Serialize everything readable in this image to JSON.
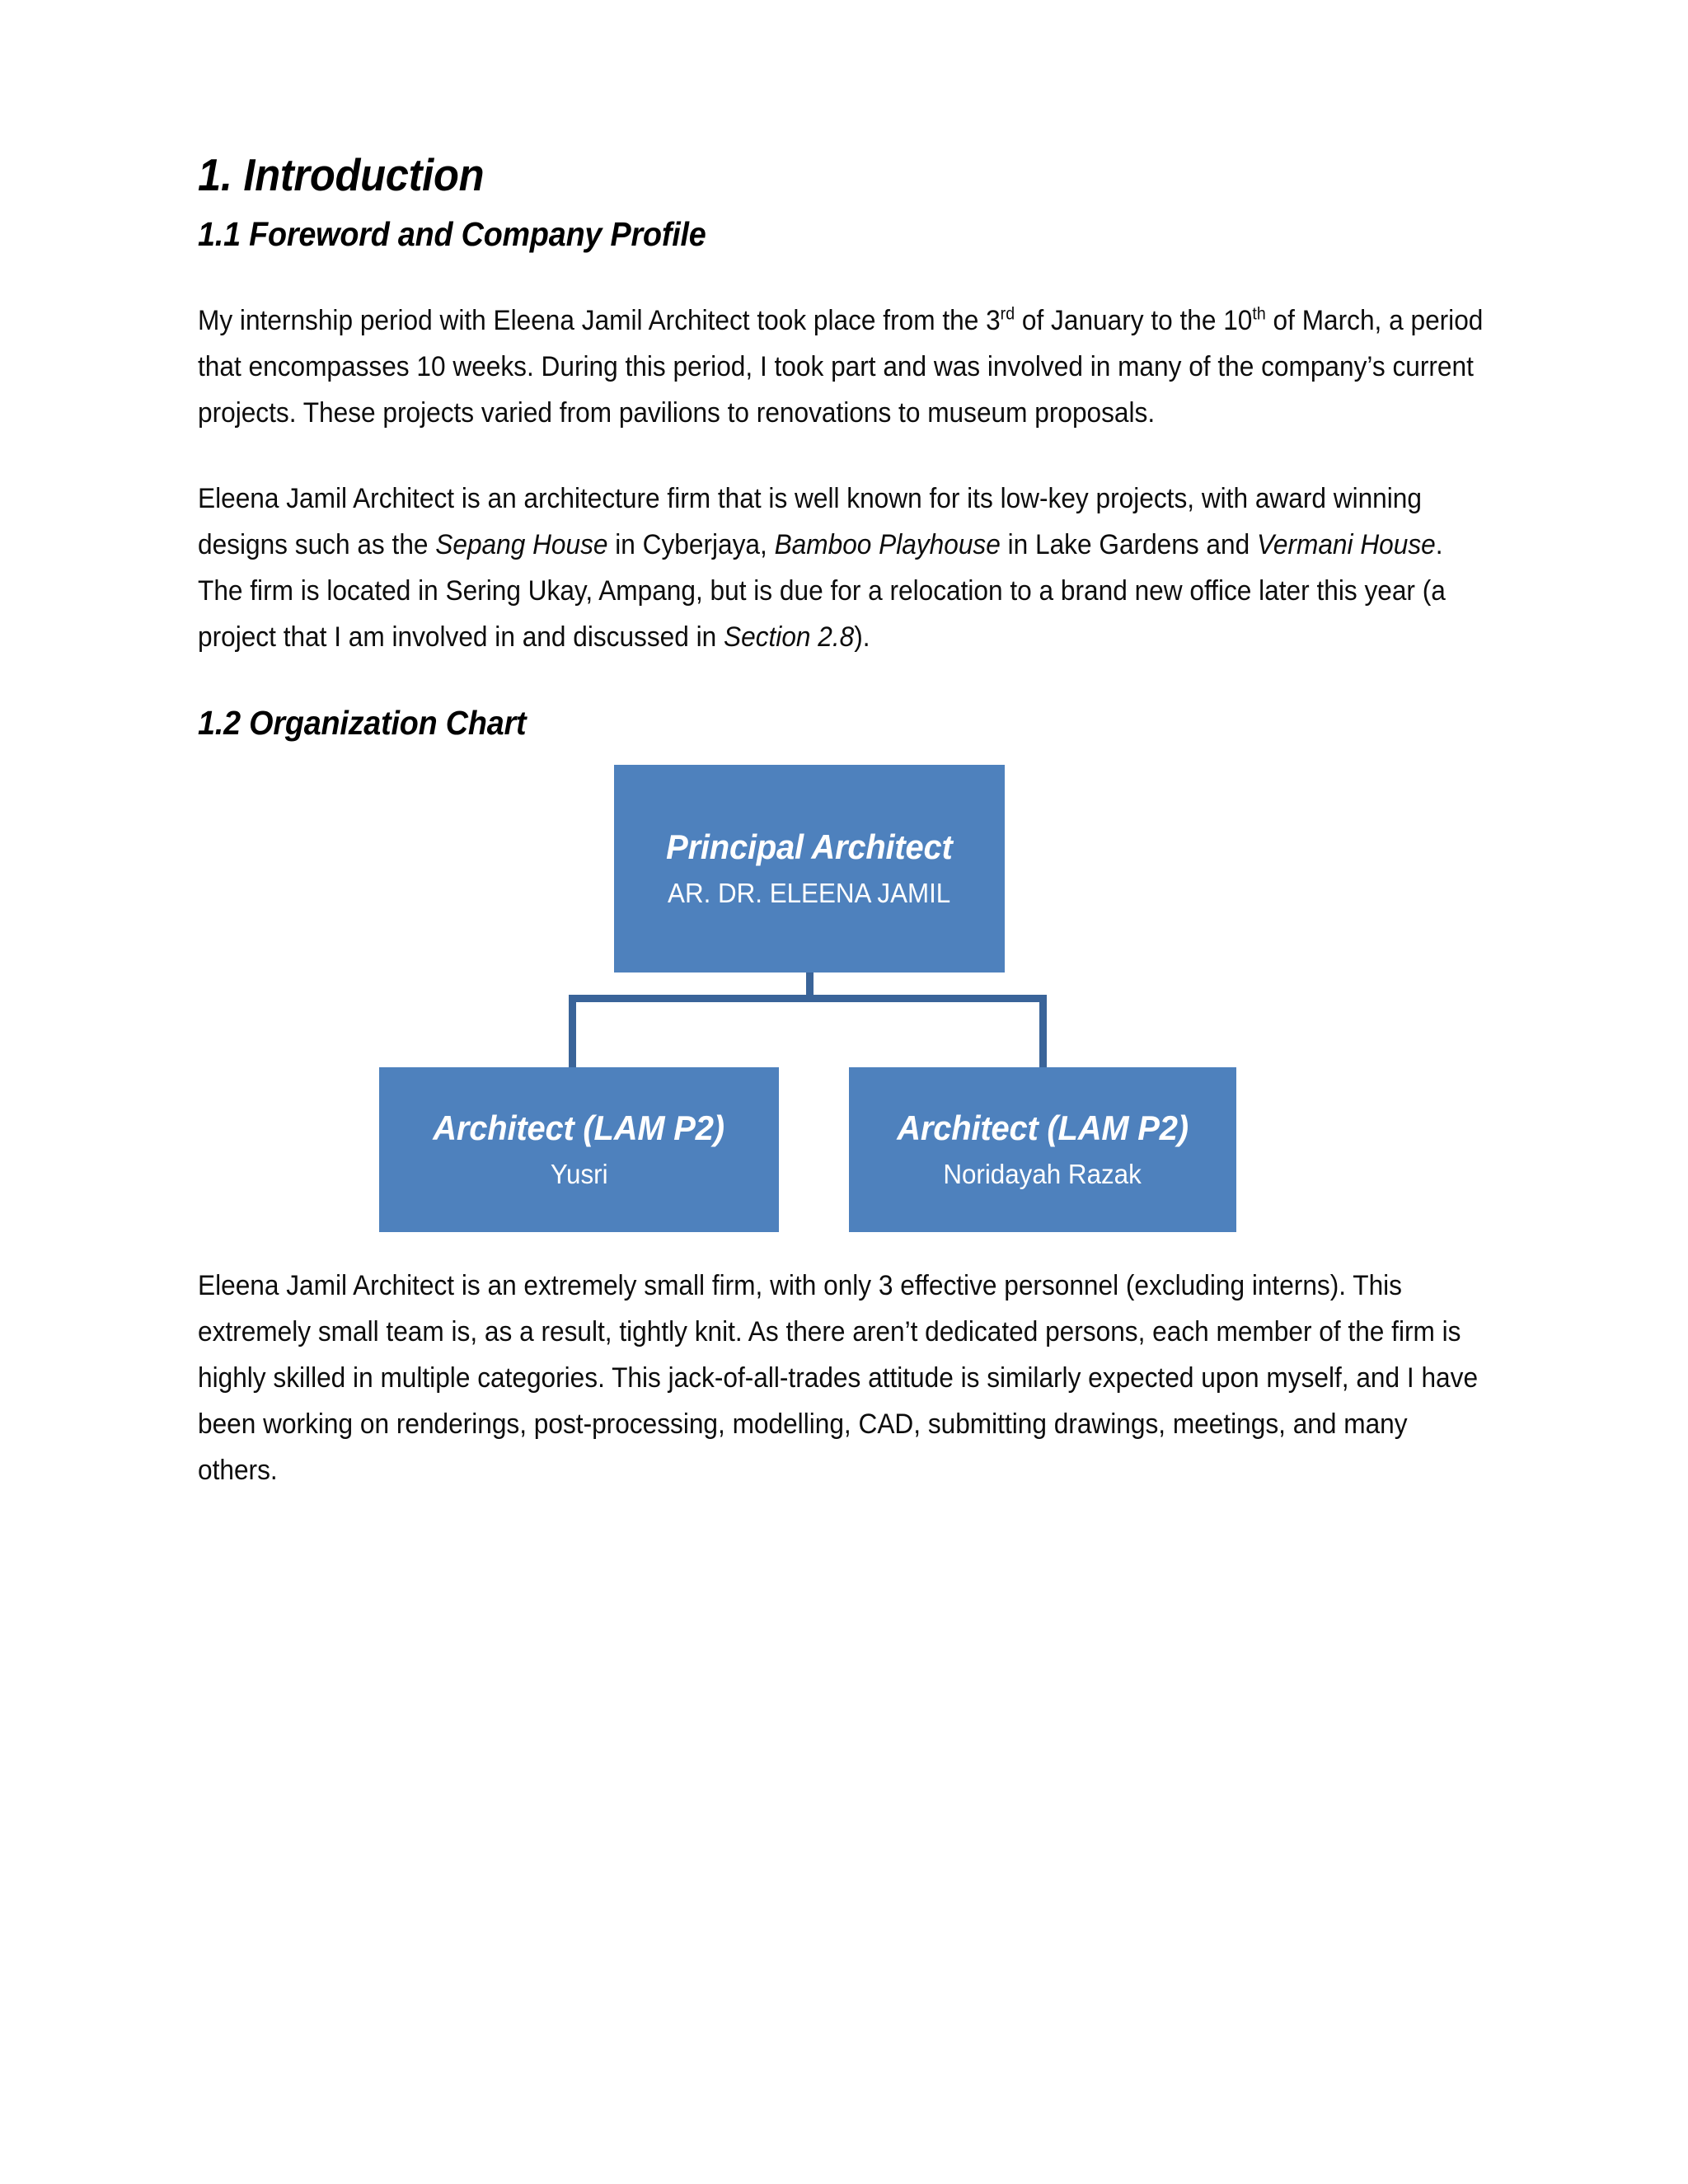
{
  "document": {
    "section_heading": "1. Introduction",
    "subsection_1": "1.1 Foreword and Company Profile",
    "subsection_2": "1.2 Organization Chart",
    "paragraph_1": {
      "part_a": "My internship period with Eleena Jamil Architect took place from the 3",
      "sup_a": "rd",
      "part_b": " of January to the 10",
      "sup_b": "th",
      "part_c": " of March, a period that encompasses 10 weeks. During this period, I took part and was involved in many of the company’s current projects. These projects varied from pavilions to renovations to museum proposals."
    },
    "paragraph_2": {
      "part_a": "Eleena Jamil Architect is an architecture firm that is well known for its low-key projects, with award winning designs such as the ",
      "italic_a": "Sepang House",
      "part_b": " in Cyberjaya, ",
      "italic_b": "Bamboo Playhouse",
      "part_c": " in Lake Gardens and ",
      "italic_c": "Vermani House",
      "part_d": ". The firm is located in Sering Ukay, Ampang, but is due for a relocation to a brand new office later this year (a project that I am involved in and discussed in ",
      "italic_d": "Section 2.8",
      "part_e": ")."
    },
    "paragraph_3": "Eleena Jamil Architect is an extremely small firm, with only 3 effective personnel (excluding interns). This extremely small team is, as a result, tightly knit. As there aren’t dedicated persons, each member of the firm is highly skilled in multiple categories. This jack-of-all-trades attitude is similarly expected upon myself, and I have been working on renderings, post-processing, modelling, CAD, submitting drawings, meetings, and many others."
  },
  "chart_data": {
    "type": "diagram",
    "title": "1.2 Organization Chart",
    "box_fill_color": "#4E81BD",
    "connector_color": "#3A6499",
    "text_color": "#FFFFFF",
    "nodes": [
      {
        "id": "root",
        "title": "Principal Architect",
        "subtitle": "AR. DR. ELEENA JAMIL",
        "level": 0
      },
      {
        "id": "left",
        "title": "Architect (LAM P2)",
        "subtitle": "Yusri",
        "level": 1
      },
      {
        "id": "right",
        "title": "Architect (LAM P2)",
        "subtitle": "Noridayah Razak",
        "level": 1
      }
    ],
    "edges": [
      {
        "from": "root",
        "to": "left"
      },
      {
        "from": "root",
        "to": "right"
      }
    ]
  }
}
